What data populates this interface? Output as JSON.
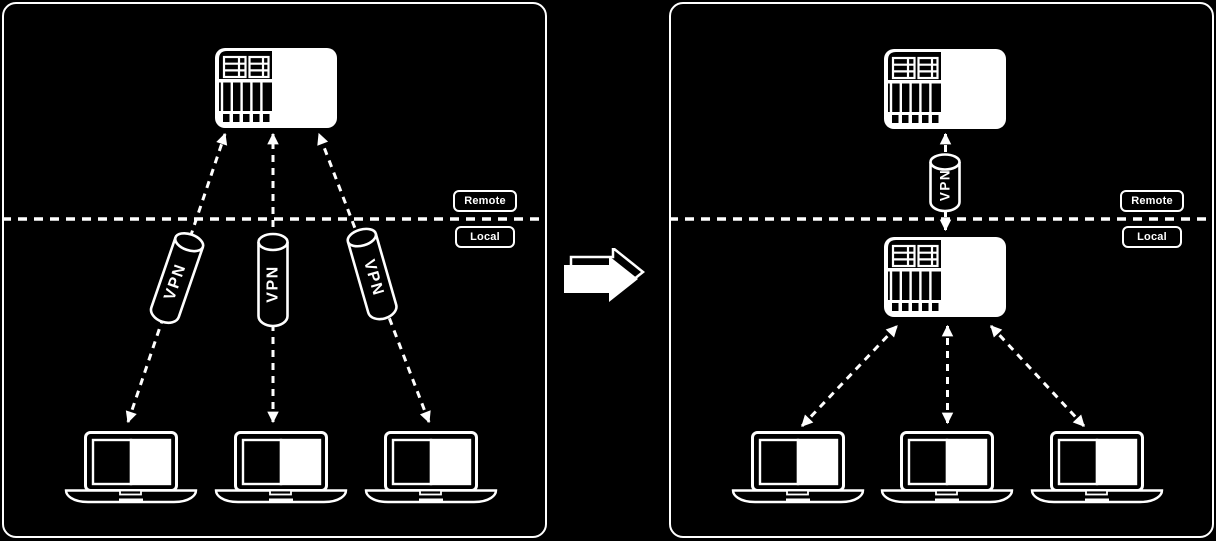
{
  "colors": {
    "background": "#000000",
    "foreground": "#ffffff"
  },
  "before_panel": {
    "boundary": {
      "remote_label": "Remote",
      "local_label": "Local"
    },
    "remote_server_icon": "nas-server-icon",
    "client_icons": [
      "laptop-icon",
      "laptop-icon",
      "laptop-icon"
    ],
    "vpn_tunnels": [
      {
        "label": "VPN"
      },
      {
        "label": "VPN"
      },
      {
        "label": "VPN"
      }
    ]
  },
  "transition": {
    "icon": "block-arrow-right-icon"
  },
  "after_panel": {
    "boundary": {
      "remote_label": "Remote",
      "local_label": "Local"
    },
    "remote_server_icon": "nas-server-icon",
    "local_server_icon": "nas-server-icon",
    "client_icons": [
      "laptop-icon",
      "laptop-icon",
      "laptop-icon"
    ],
    "vpn_tunnels": [
      {
        "label": "VPN"
      }
    ]
  }
}
